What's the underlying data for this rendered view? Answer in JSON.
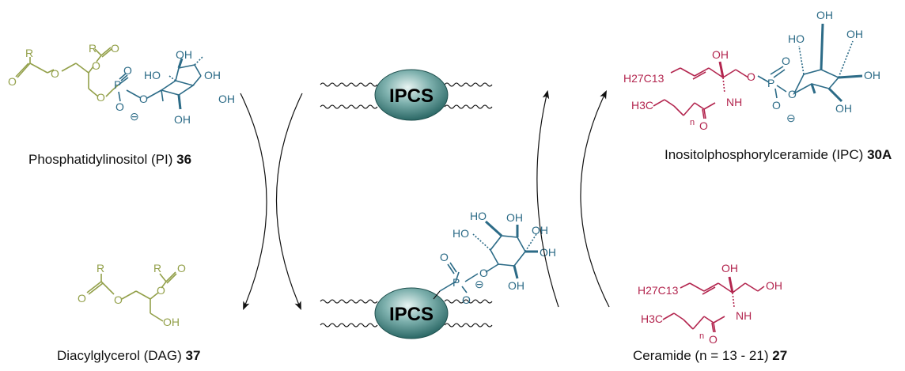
{
  "colors": {
    "lipid": "#93a04a",
    "inositol": "#2c6b87",
    "ceramide": "#b3264f",
    "enzyme_fill": "#4a8a88",
    "arrow": "#111111"
  },
  "enzyme": {
    "label": "IPCS"
  },
  "compounds": {
    "pi": {
      "name": "Phosphatidylinositol (PI)",
      "number": "36"
    },
    "dag": {
      "name": "Diacylglycerol (DAG)",
      "number": "37"
    },
    "ipc": {
      "name": "Inositolphosphorylceramide (IPC)",
      "number": "30A"
    },
    "cer": {
      "name": "Ceramide (n = 13 - 21)",
      "number": "27"
    }
  },
  "atoms": {
    "r": "R",
    "o": "O",
    "p": "P",
    "oh": "OH",
    "ho": "HO",
    "nh": "NH",
    "minus": "⊖",
    "h27c13": "H27C13",
    "h3c": "H3C",
    "n": "n"
  }
}
